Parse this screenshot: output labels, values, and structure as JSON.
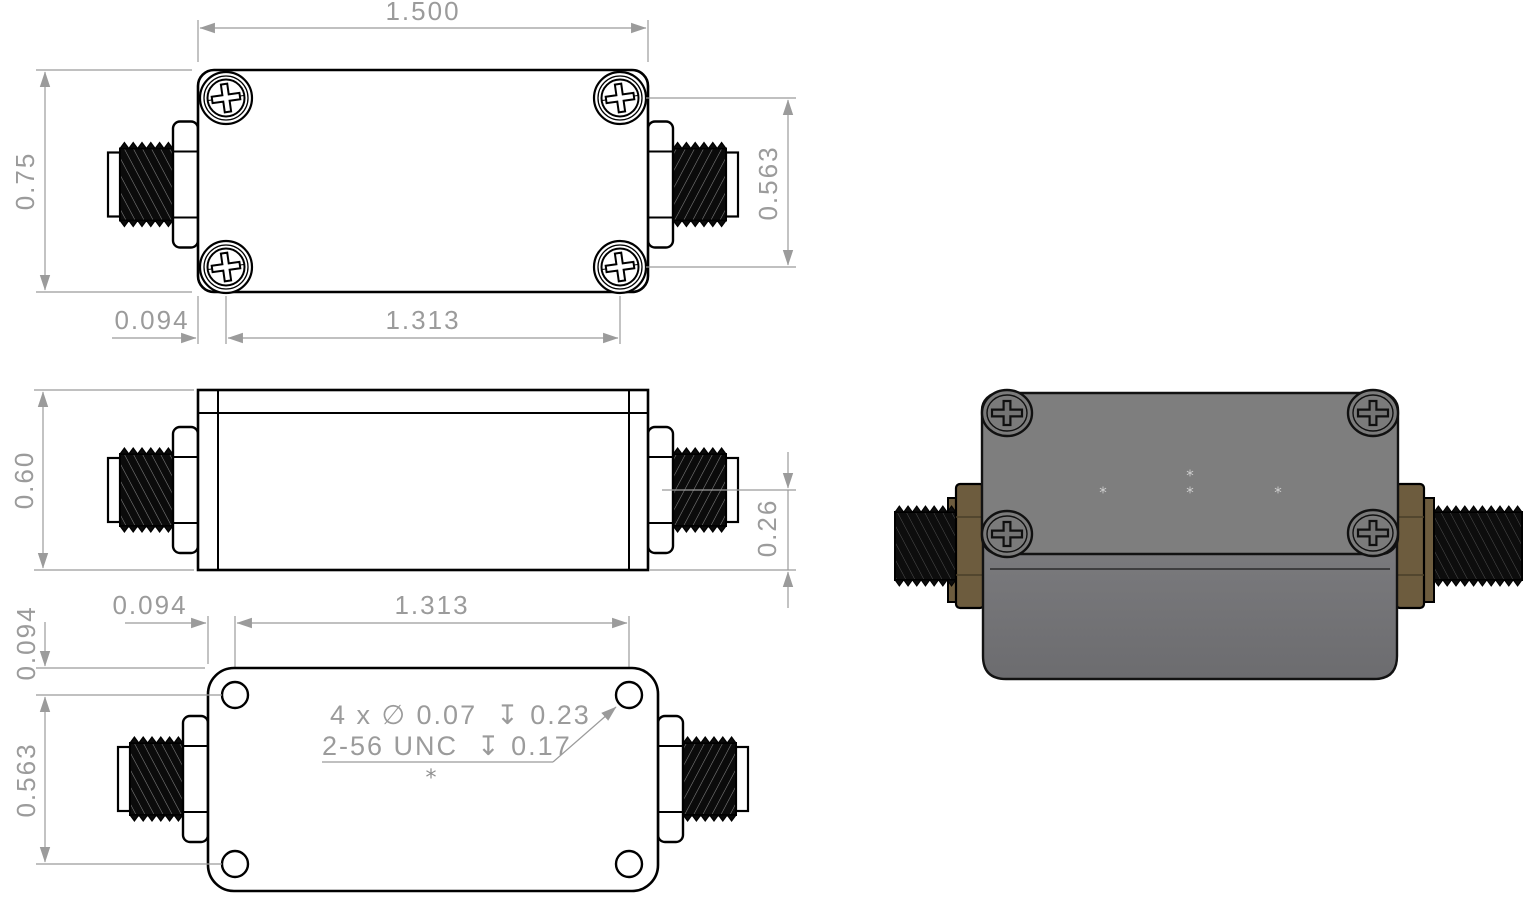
{
  "colors": {
    "background": "#ffffff",
    "line_black": "#000000",
    "dimension_gray": "#9b9b9b",
    "lid_gray": "#7e7e7e",
    "body_gray": "#717174",
    "brass": "#6d5c3e",
    "thread_black": "#0b0b0b"
  },
  "top_view": {
    "dim_body_width": "1.500",
    "dim_body_height": "0.75",
    "dim_screw_vertical_spacing": "0.563",
    "dim_screw_edge_inset": "0.094",
    "dim_screw_horizontal_spacing": "1.313"
  },
  "side_view": {
    "dim_body_height": "0.60",
    "dim_connector_to_base": "0.26"
  },
  "bottom_view": {
    "dim_hole_edge_inset_horizontal": "0.094",
    "dim_hole_spacing_horizontal": "1.313",
    "dim_hole_edge_inset_vertical": "0.094",
    "dim_hole_spacing_vertical": "0.563",
    "hole_callout_line1": "4 x ∅ 0.07  ↧ 0.23",
    "hole_callout_line2": "2-56 UNC  ↧ 0.17",
    "watermark_mark": "*"
  },
  "iso_view": {
    "sparkle_mark": "*"
  }
}
